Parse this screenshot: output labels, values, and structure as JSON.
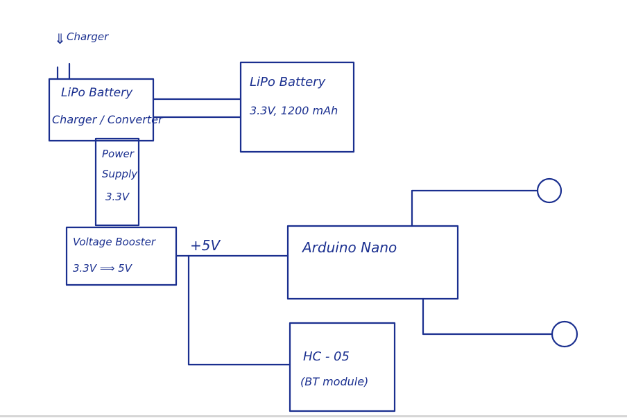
{
  "colors": {
    "ink": "#1a2f8f",
    "background": "#ffffff"
  },
  "charger": {
    "label": "Charger",
    "arrows": "⇓"
  },
  "charger_converter": {
    "line1": "LiPo Battery",
    "line2": "Charger / Converter"
  },
  "lipo_battery": {
    "line1": "LiPo Battery",
    "line2": "3.3V, 1200 mAh"
  },
  "power_supply": {
    "line1": "Power",
    "line2": "Supply",
    "line3": "3.3V"
  },
  "voltage_booster": {
    "line1": "Voltage Booster",
    "line2": "3.3V ⟹ 5V"
  },
  "wire_label": {
    "text": "+5V"
  },
  "arduino": {
    "label": "Arduino   Nano"
  },
  "hc05": {
    "line1": "HC - 05",
    "line2": "(BT module)"
  }
}
